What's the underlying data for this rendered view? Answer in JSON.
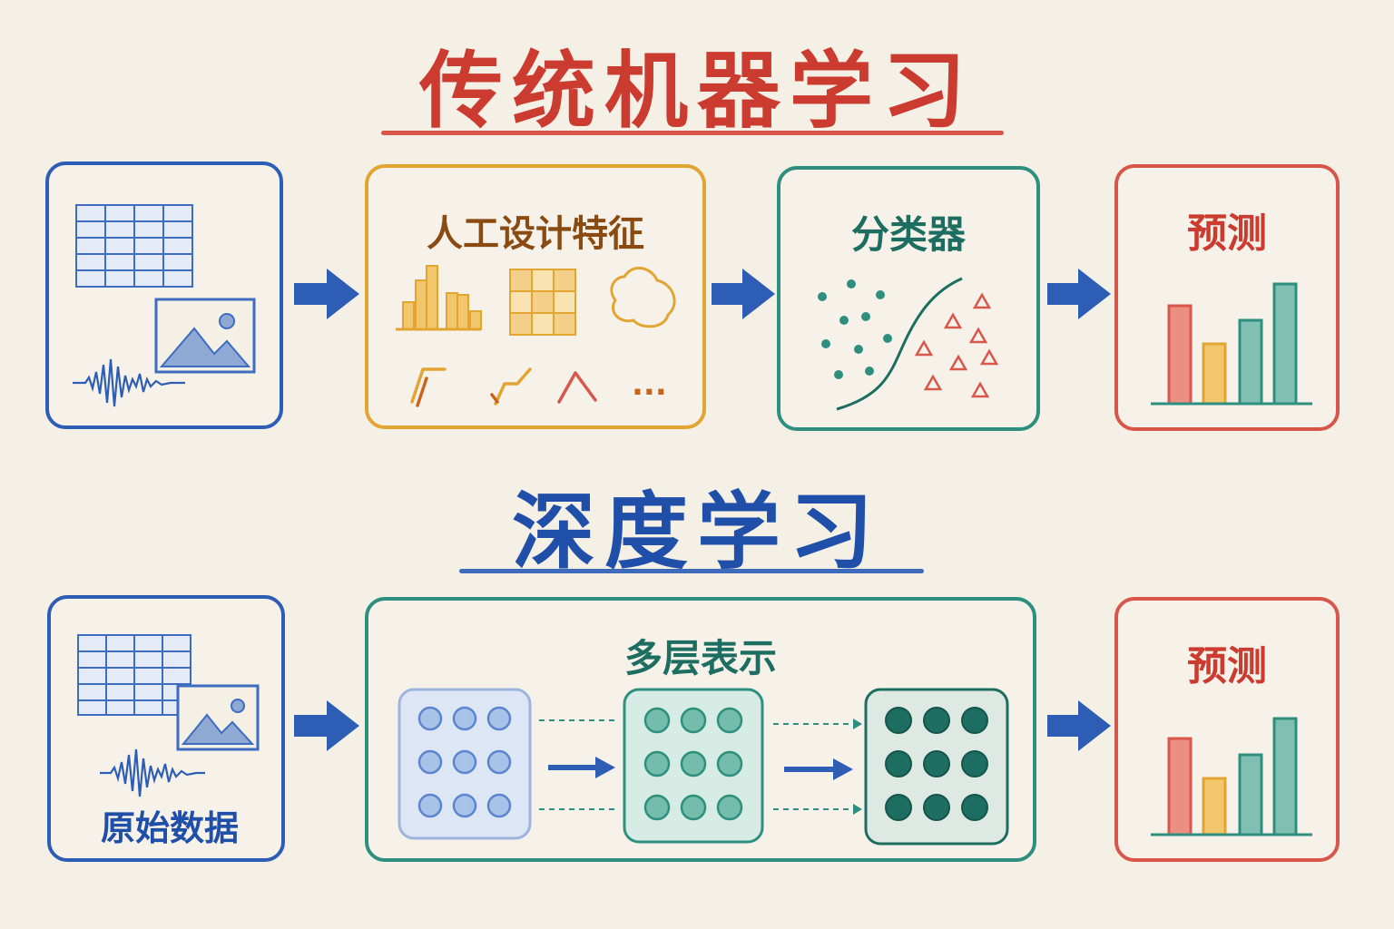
{
  "titles": {
    "traditional_ml": "传统机器学习",
    "deep_learning": "深度学习"
  },
  "top_row": {
    "feature_box_label": "人工设计特征",
    "feature_ellipsis": "...",
    "classifier_box_label": "分类器",
    "prediction_box_label": "预测"
  },
  "bottom_row": {
    "raw_data_label": "原始数据",
    "multilayer_label": "多层表示",
    "prediction_box_label": "预测"
  },
  "colors": {
    "red": "#cc3b30",
    "blue": "#1f4fa8",
    "orange": "#e3a532",
    "teal": "#2f8f7f",
    "dark_teal": "#1d6d60",
    "brown": "#8a4b12"
  },
  "icons": [
    "table-icon",
    "image-icon",
    "waveform-icon",
    "histogram-icon",
    "grid-icon",
    "blob-icon",
    "edge-icon",
    "scatter-icon",
    "bar-chart-icon",
    "arrow-icon",
    "neuron-grid-icon"
  ]
}
